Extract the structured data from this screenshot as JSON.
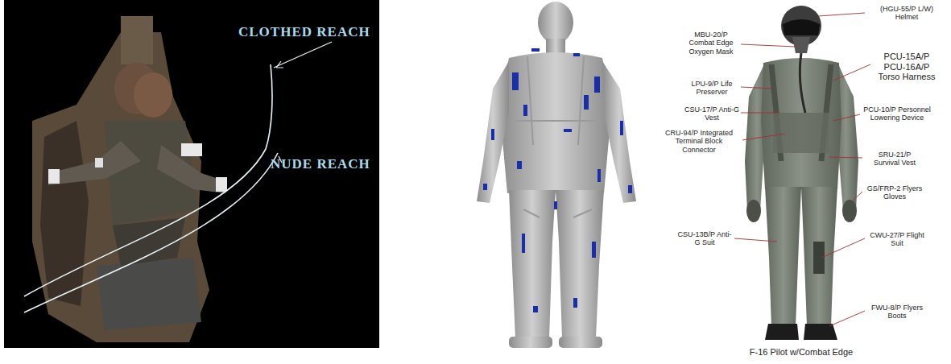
{
  "diagram": {
    "caption": "F-16 Pilot w/Combat Edge",
    "labels": [
      "CLOTHED REACH",
      "NUDE REACH",
      "(HGU-55/P L/W) Helmet",
      "MBU-20/P Combat Edge Oxygen Mask",
      "LPU-9/P Life Preserver",
      "PCU-15A/P PCU-16A/P Torso Harness",
      "CSU-17/P Anti-G Vest",
      "PCU-10/P Personnel Lowering Device",
      "CRU-94/P Integrated Terminal Block Connector",
      "SRU-21/P Survival Vest",
      "GS/FRP-2 Flyers Gloves",
      "CSU-13B/P Anti-G Suit",
      "CWU-27/P Flight Suit",
      "FWU-8/P Flyers Boots"
    ]
  }
}
